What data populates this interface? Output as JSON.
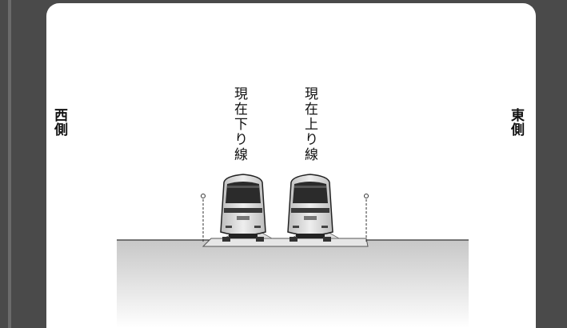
{
  "labels": {
    "west": "西側",
    "east": "東側",
    "down_line": "現在下り線",
    "up_line": "現在上り線"
  },
  "colors": {
    "frame": "#4a4a4a",
    "panel": "#ffffff",
    "ground_top": "#c9c9c9",
    "ground_bottom": "#ffffff",
    "train_body": "#d7d7d7",
    "train_window": "#2b2b2b",
    "train_stripe": "#3a3a3a"
  }
}
